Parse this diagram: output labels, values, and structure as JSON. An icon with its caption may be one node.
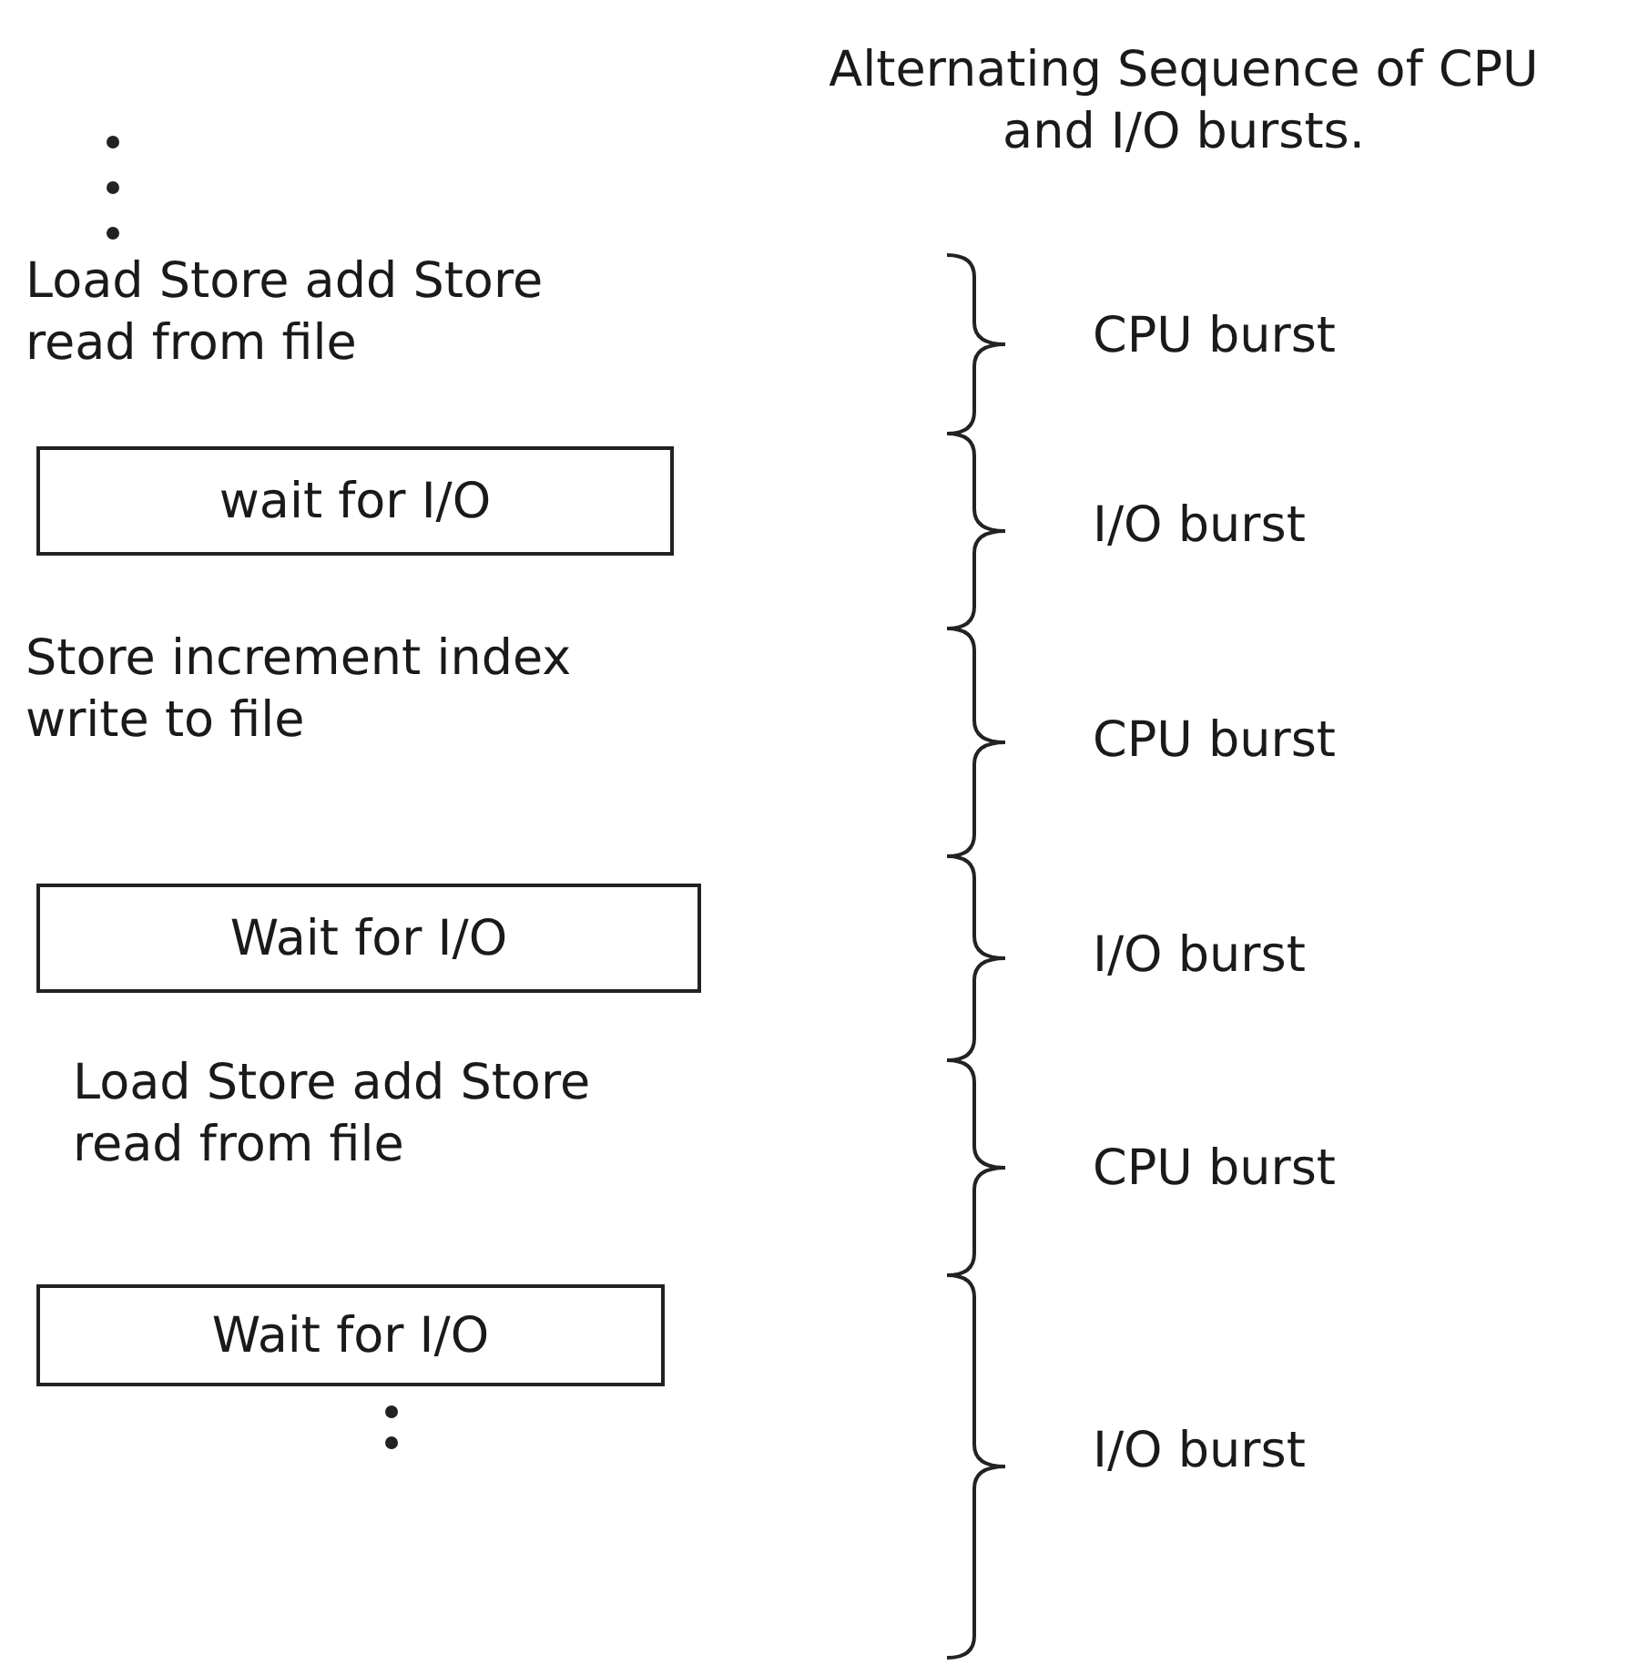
{
  "diagram": {
    "title": "Alternating Sequence of CPU and I/O bursts.",
    "nodes": [
      {
        "text": [
          "wait for I/O"
        ]
      },
      {
        "text": [
          "Wait for I/O"
        ]
      },
      {
        "text": [
          "Wait for I/O"
        ]
      }
    ],
    "labels": [
      "Load Store add Store read from file",
      "CPU burst",
      "I/O burst",
      "Store increment index write to file",
      "CPU burst",
      "I/O burst",
      "Load Store add Store read from file",
      "CPU burst",
      "I/O burst"
    ]
  }
}
